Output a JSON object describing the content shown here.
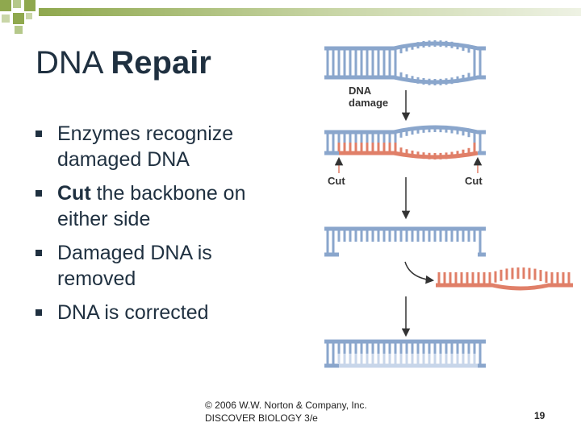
{
  "title": {
    "normal": "DNA",
    "bold": "Repair"
  },
  "bullets": [
    {
      "bold": "",
      "text": "Enzymes recognize damaged DNA"
    },
    {
      "bold": "Cut",
      "text": " the backbone on either side"
    },
    {
      "bold": "",
      "text": "Damaged DNA is removed"
    },
    {
      "bold": "",
      "text": "DNA is corrected"
    }
  ],
  "diagram": {
    "damage_label_line1": "DNA",
    "damage_label_line2": "damage",
    "cut_left": "Cut",
    "cut_right": "Cut"
  },
  "credit": {
    "line1": "© 2006 W.W. Norton & Company, Inc.",
    "line2": "DISCOVER BIOLOGY 3/e"
  },
  "page_number": "19",
  "colors": {
    "strand": "#8aa6cc",
    "strand_light": "#c8d6ea",
    "damaged": "#e07f68",
    "text": "#1f3040",
    "accent": "#8fa84e"
  }
}
